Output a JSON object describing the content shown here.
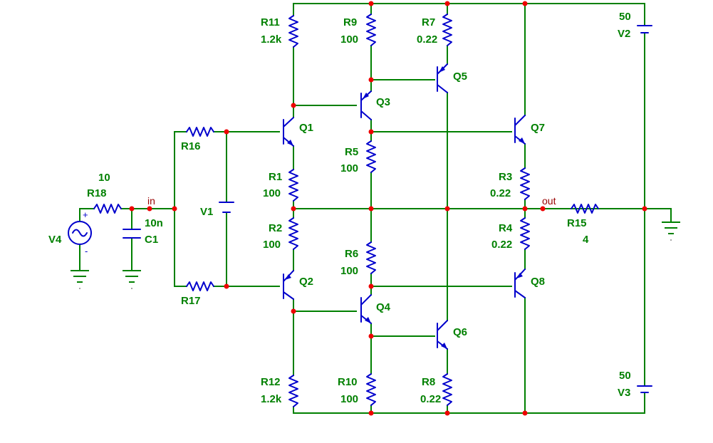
{
  "schematic": {
    "components": [
      {
        "ref": "R11",
        "value": "1.2k"
      },
      {
        "ref": "R9",
        "value": "100"
      },
      {
        "ref": "R7",
        "value": "0.22"
      },
      {
        "ref": "R5",
        "value": "100"
      },
      {
        "ref": "R1",
        "value": "100"
      },
      {
        "ref": "R3",
        "value": "0.22"
      },
      {
        "ref": "R2",
        "value": "100"
      },
      {
        "ref": "R6",
        "value": "100"
      },
      {
        "ref": "R4",
        "value": "0.22"
      },
      {
        "ref": "R12",
        "value": "1.2k"
      },
      {
        "ref": "R10",
        "value": "100"
      },
      {
        "ref": "R8",
        "value": "0.22"
      },
      {
        "ref": "R18",
        "value": "10"
      },
      {
        "ref": "R15",
        "value": "4"
      },
      {
        "ref": "R16",
        "value": ""
      },
      {
        "ref": "R17",
        "value": ""
      },
      {
        "ref": "C1",
        "value": "10n"
      },
      {
        "ref": "V1",
        "value": ""
      },
      {
        "ref": "V2",
        "value": "50"
      },
      {
        "ref": "V3",
        "value": "50"
      },
      {
        "ref": "V4",
        "value": ""
      },
      {
        "ref": "Q1",
        "value": ""
      },
      {
        "ref": "Q2",
        "value": ""
      },
      {
        "ref": "Q3",
        "value": ""
      },
      {
        "ref": "Q4",
        "value": ""
      },
      {
        "ref": "Q5",
        "value": ""
      },
      {
        "ref": "Q6",
        "value": ""
      },
      {
        "ref": "Q7",
        "value": ""
      },
      {
        "ref": "Q8",
        "value": ""
      }
    ],
    "nets": {
      "input": "in",
      "output": "out"
    },
    "source_polarity": {
      "plus": "+",
      "minus": "-"
    }
  }
}
